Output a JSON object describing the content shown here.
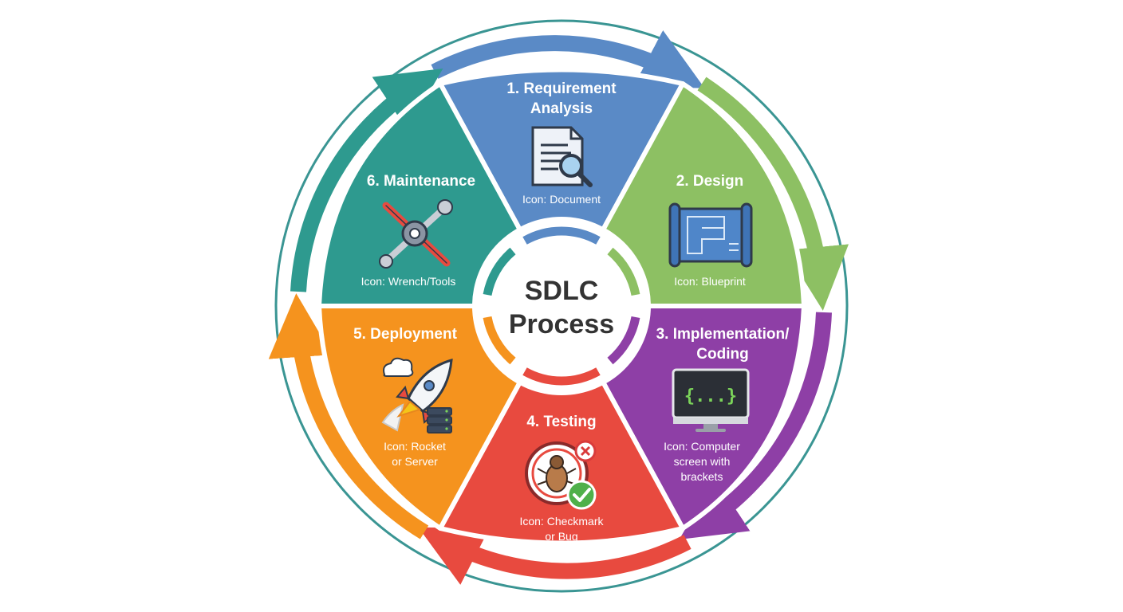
{
  "center": {
    "line1": "SDLC",
    "line2": "Process"
  },
  "stages": [
    {
      "title1": "1. Requirement",
      "title2": "Analysis",
      "cap1": "Icon: Document",
      "cap2": "",
      "cap3": "",
      "color": "#5a8ac6",
      "icon": "document-icon"
    },
    {
      "title1": "2. Design",
      "title2": "",
      "cap1": "Icon: Blueprint",
      "cap2": "",
      "cap3": "",
      "color": "#8dc063",
      "icon": "blueprint-icon"
    },
    {
      "title1": "3. Implementation/",
      "title2": "Coding",
      "cap1": "Icon: Computer",
      "cap2": "screen with",
      "cap3": "brackets",
      "color": "#8e3fa6",
      "icon": "computer-screen-icon"
    },
    {
      "title1": "4. Testing",
      "title2": "",
      "cap1": "Icon: Checkmark",
      "cap2": "or Bug",
      "cap3": "",
      "color": "#e84a3f",
      "icon": "bug-icon"
    },
    {
      "title1": "5. Deployment",
      "title2": "",
      "cap1": "Icon: Rocket",
      "cap2": "or Server",
      "cap3": "",
      "color": "#f5931e",
      "icon": "rocket-icon"
    },
    {
      "title1": "6. Maintenance",
      "title2": "",
      "cap1": "Icon: Wrench/Tools",
      "cap2": "",
      "cap3": "",
      "color": "#2e9a8f",
      "icon": "wrench-tools-icon"
    }
  ],
  "colors": {
    "outer_ring": "#3a9593",
    "center_text": "#333333"
  }
}
